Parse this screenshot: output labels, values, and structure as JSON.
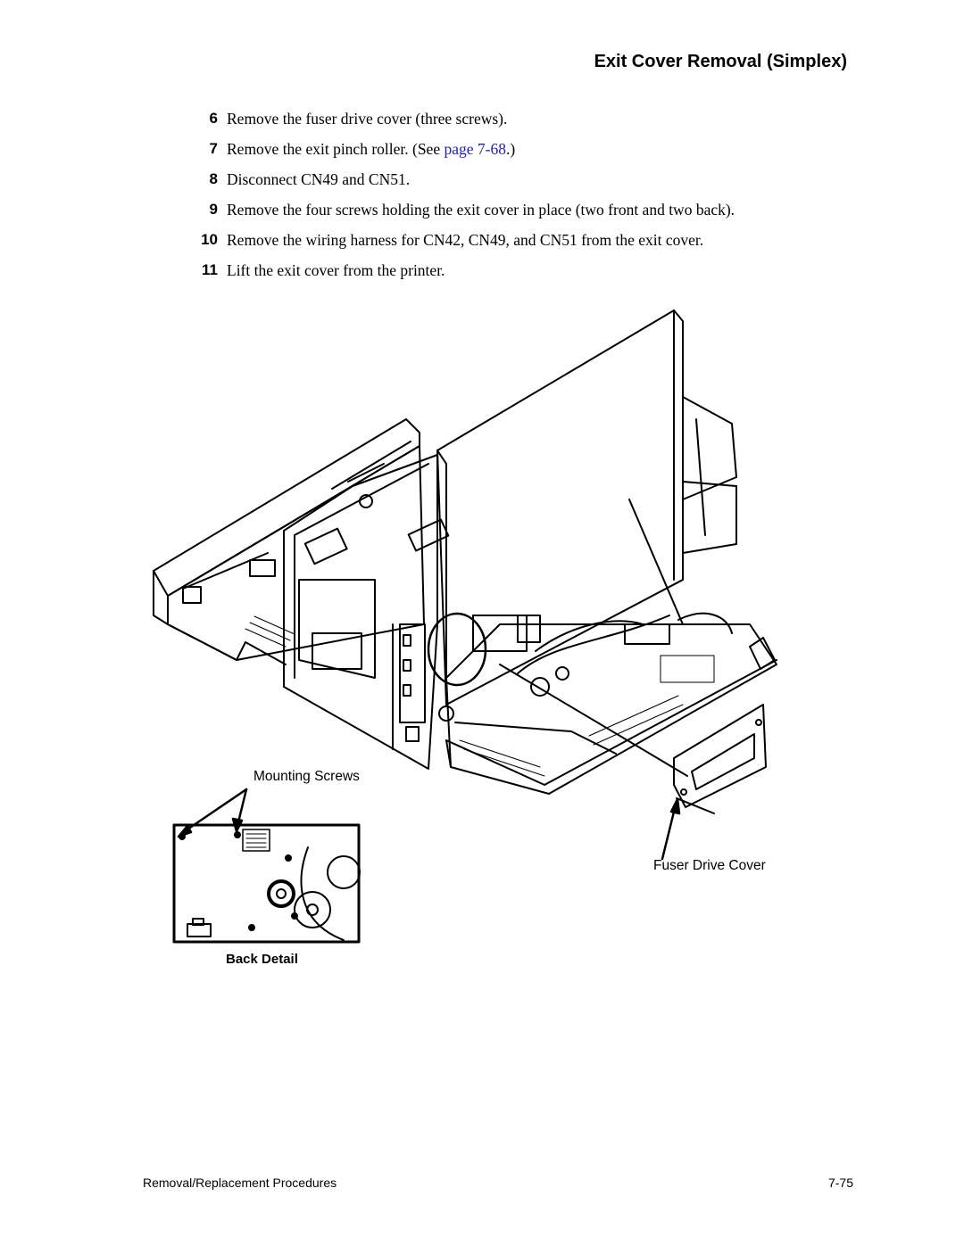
{
  "header": {
    "title": "Exit Cover Removal (Simplex)"
  },
  "steps": [
    {
      "num": "6",
      "text": "Remove the fuser drive cover (three screws)."
    },
    {
      "num": "7",
      "text_before": "Remove the exit pinch roller. (See ",
      "link_text": "page 7-68",
      "text_after": ".)"
    },
    {
      "num": "8",
      "text": "Disconnect CN49 and CN51."
    },
    {
      "num": "9",
      "text": "Remove the four screws holding the exit cover in place (two front and two back)."
    },
    {
      "num": "10",
      "text": "Remove the wiring harness for CN42, CN49, and CN51 from the exit cover."
    },
    {
      "num": "11",
      "text": "Lift the exit cover from the printer."
    }
  ],
  "figure": {
    "callout_mounting_screws": "Mounting Screws",
    "callout_fuser_drive_cover": "Fuser Drive Cover",
    "inset_caption": "Back Detail"
  },
  "footer": {
    "left": "Removal/Replacement Procedures",
    "right": "7-75"
  },
  "colors": {
    "link": "#1a1ae6",
    "text": "#000000"
  }
}
